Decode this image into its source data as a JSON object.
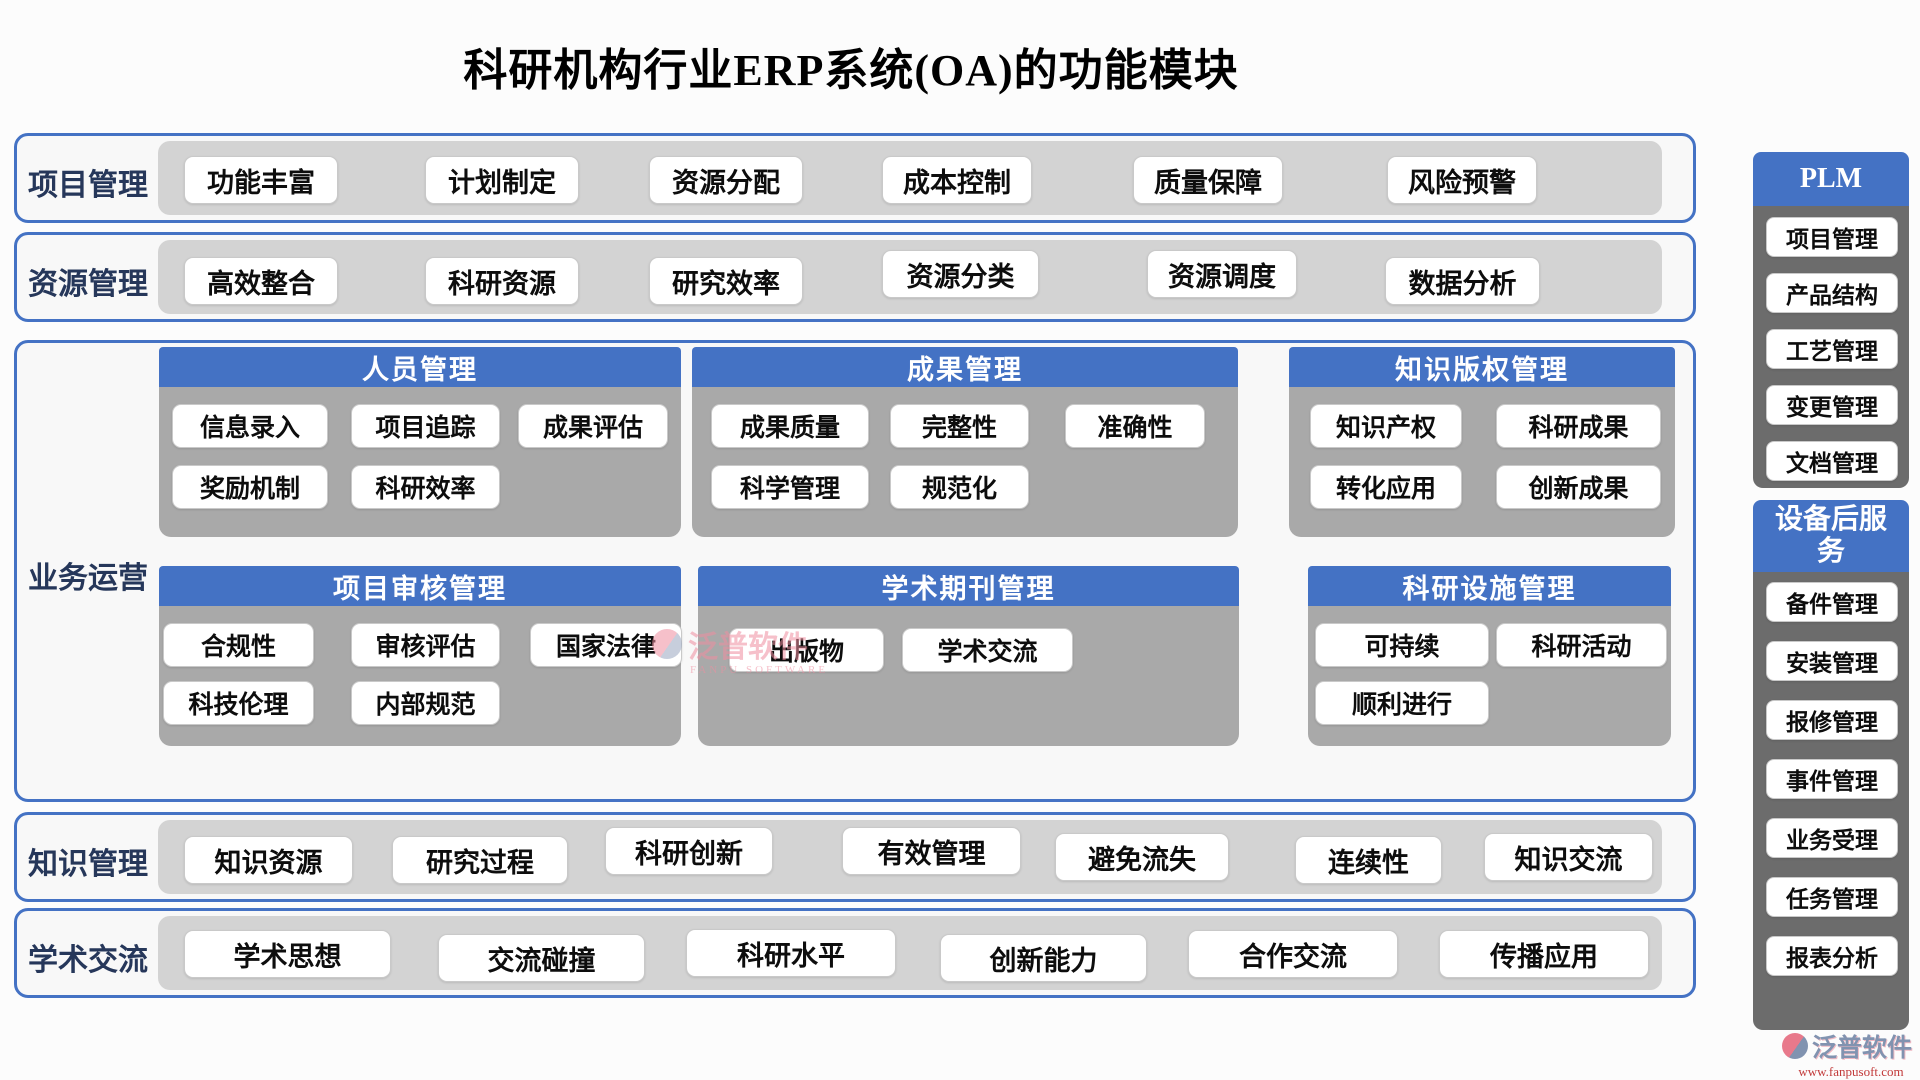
{
  "title": "科研机构行业ERP系统(OA)的功能模块",
  "bands": [
    {
      "label": "项目管理",
      "items": [
        "功能丰富",
        "计划制定",
        "资源分配",
        "成本控制",
        "质量保障",
        "风险预警"
      ]
    },
    {
      "label": "资源管理",
      "items": [
        "高效整合",
        "科研资源",
        "研究效率",
        "资源分类",
        "资源调度",
        "数据分析"
      ]
    },
    {
      "label": "知识管理",
      "items": [
        "知识资源",
        "研究过程",
        "科研创新",
        "有效管理",
        "避免流失",
        "连续性",
        "知识交流"
      ]
    },
    {
      "label": "学术交流",
      "items": [
        "学术思想",
        "交流碰撞",
        "科研水平",
        "创新能力",
        "合作交流",
        "传播应用"
      ]
    }
  ],
  "business": {
    "label": "业务运营",
    "panels": [
      {
        "title": "人员管理",
        "items": [
          "信息录入",
          "项目追踪",
          "成果评估",
          "奖励机制",
          "科研效率"
        ]
      },
      {
        "title": "成果管理",
        "items": [
          "成果质量",
          "完整性",
          "准确性",
          "科学管理",
          "规范化"
        ]
      },
      {
        "title": "知识版权管理",
        "items": [
          "知识产权",
          "科研成果",
          "转化应用",
          "创新成果"
        ]
      },
      {
        "title": "项目审核管理",
        "items": [
          "合规性",
          "审核评估",
          "国家法律",
          "科技伦理",
          "内部规范"
        ]
      },
      {
        "title": "学术期刊管理",
        "items": [
          "出版物",
          "学术交流"
        ]
      },
      {
        "title": "科研设施管理",
        "items": [
          "可持续",
          "科研活动",
          "顺利进行"
        ]
      }
    ]
  },
  "side_panels": [
    {
      "title": "PLM",
      "items": [
        "项目管理",
        "产品结构",
        "工艺管理",
        "变更管理",
        "文档管理"
      ]
    },
    {
      "title": "设备后服务",
      "items": [
        "备件管理",
        "安装管理",
        "报修管理",
        "事件管理",
        "业务受理",
        "任务管理",
        "报表分析"
      ]
    }
  ],
  "watermark": {
    "brand": "泛普软件",
    "brand_sub": "FANPU SOFTWARE",
    "footer_brand": "泛普软件",
    "footer_url": "www.fanpusoft.com"
  },
  "colors": {
    "accent_blue": "#4472c4",
    "strip_gray": "#d3d3d3",
    "panel_gray": "#a9a9a9",
    "side_gray": "#6c6c6c",
    "brand_pink": "#ef8ea0",
    "brand_blue_gray": "#8193b0",
    "url_red": "#c23a3a"
  }
}
